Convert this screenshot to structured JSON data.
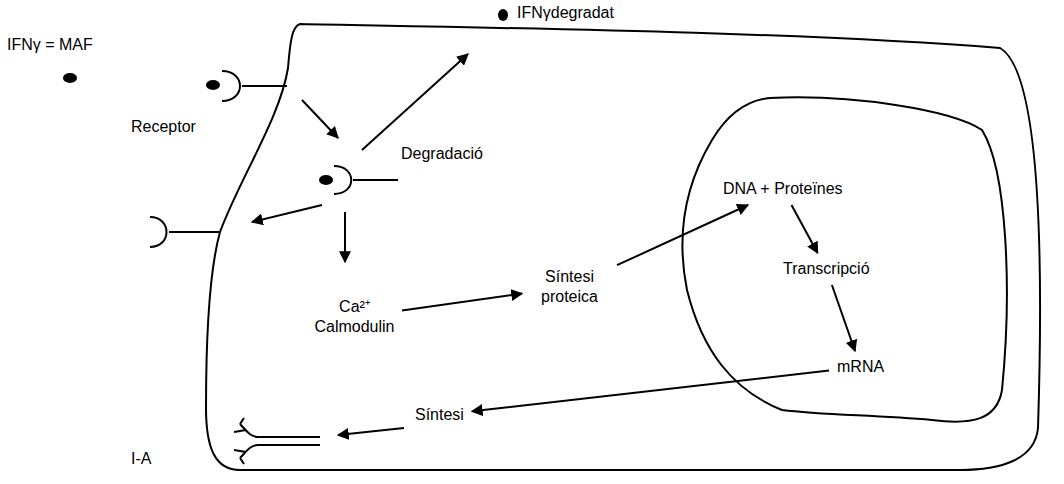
{
  "diagram": {
    "nodes": [
      {
        "text": [
          "IFNγdegradat"
        ]
      },
      {
        "text": []
      },
      {
        "text": [
          "Ca²⁺ Calmodulin"
        ],
        "in": 1
      },
      {
        "text": [
          "Síntesi proteica"
        ],
        "in": 1
      },
      {
        "text": [],
        "in": 1
      },
      {
        "text": [
          "DNA + Proteïnes"
        ],
        "in": 4
      },
      {
        "text": [
          "Transcripció"
        ],
        "in": 4
      },
      {
        "text": [
          "mRNA"
        ],
        "in": 4
      },
      {
        "text": [
          "Síntesi"
        ],
        "in": 1
      }
    ],
    "edges": [
      {
        "from": 2,
        "to": 3,
        "arrow": "to"
      },
      {
        "from": 3,
        "to": 5,
        "arrow": "to"
      },
      {
        "from": 5,
        "to": 6,
        "arrow": "to"
      },
      {
        "from": 6,
        "to": 7,
        "arrow": "to"
      },
      {
        "from": 7,
        "to": 8,
        "arrow": "to"
      }
    ],
    "labels": [
      "IFNγ = MAF",
      "Receptor",
      "Degradació",
      "I-A"
    ]
  }
}
